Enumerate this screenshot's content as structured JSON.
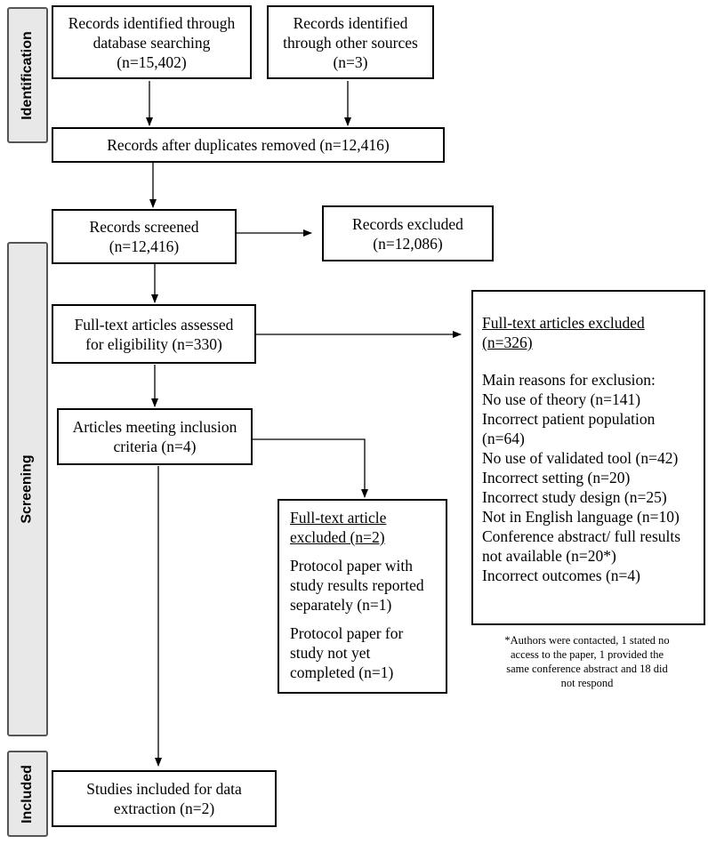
{
  "stages": {
    "identification": "Identification",
    "screening": "Screening",
    "included": "Included"
  },
  "boxes": {
    "db_search": [
      "Records identified through",
      "database searching",
      "(n=15,402)"
    ],
    "other_sources": [
      "Records identified",
      "through other sources",
      "(n=3)"
    ],
    "duplicates_removed": [
      "Records after duplicates removed (n=12,416)"
    ],
    "screened": [
      "Records screened",
      "(n=12,416)"
    ],
    "excluded": [
      "Records excluded",
      "(n=12,086)"
    ],
    "full_text_assessed": [
      "Full-text articles assessed",
      "for eligibility (n=330)"
    ],
    "meeting_criteria": [
      "Articles meeting inclusion",
      "criteria (n=4)"
    ],
    "full_text_excluded_2": {
      "title": [
        "Full-text article",
        "excluded (n=2)"
      ],
      "reason1": [
        "Protocol paper with",
        "study results reported",
        "separately (n=1)"
      ],
      "reason2": [
        "Protocol paper for",
        "study not yet",
        "completed (n=1)"
      ]
    },
    "full_text_excluded_326": {
      "title": [
        "Full-text articles excluded",
        "(n=326)"
      ],
      "reasons": [
        "Main reasons for exclusion:",
        "No use of theory (n=141)",
        "Incorrect patient population",
        "(n=64)",
        "No use of validated tool (n=42)",
        "Incorrect setting (n=20)",
        "Incorrect study design (n=25)",
        "Not in English language (n=10)",
        "Conference abstract/ full results",
        "not available (n=20*)",
        "Incorrect outcomes (n=4)"
      ]
    },
    "included_studies": [
      "Studies included for data",
      "extraction (n=2)"
    ]
  },
  "footnote": [
    "*Authors were contacted, 1 stated no",
    "access to the paper, 1 provided the",
    "same conference abstract and 18 did",
    "not respond"
  ]
}
